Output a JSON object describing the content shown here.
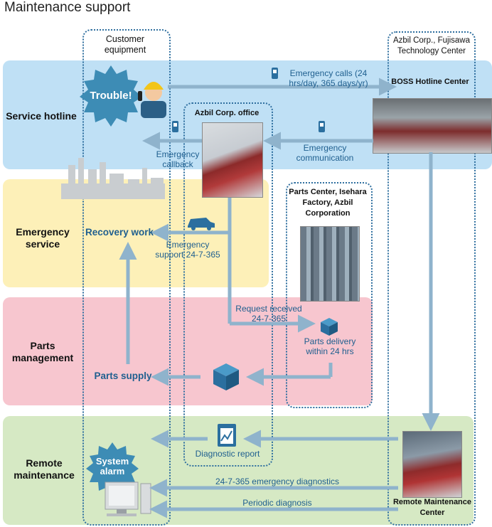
{
  "title": "Maintenance support",
  "rows": {
    "hotline": "Service hotline",
    "emergency_service": "Emergency service",
    "parts_management": "Parts management",
    "remote_maintenance": "Remote maintenance"
  },
  "columns": {
    "customer": "Customer equipment",
    "fujisawa": "Azbil Corp., Fujisawa Technology Center",
    "office": "Azbil Corp. office",
    "parts_center": "Parts Center, Isehara Factory, Azbil Corporation"
  },
  "centers": {
    "boss": "BOSS Hotline Center",
    "remote_center": "Remote Maintenance Center"
  },
  "labels": {
    "trouble": "Trouble!",
    "emergency_calls": "Emergency calls (24 hrs/day, 365 days/yr)",
    "emergency_callback": "Emergency callback",
    "emergency_communication": "Emergency communication",
    "recovery_work": "Recovery work",
    "emergency_support": "Emergency support 24-7-365",
    "request_received": "Request received 24-7-365",
    "parts_delivery": "Parts delivery within 24 hrs",
    "parts_supply": "Parts supply",
    "diagnostic_report": "Diagnostic report",
    "system_alarm": "System alarm",
    "emergency_diagnostics": "24-7-365 emergency diagnostics",
    "periodic_diagnosis": "Periodic diagnosis"
  },
  "colors": {
    "hotline_band": "#bfe0f5",
    "emergency_band": "#fdf0b8",
    "parts_band": "#f7c6cf",
    "remote_band": "#d6e9c4",
    "arrow": "#8fb3cc",
    "accent": "#2f6f9f"
  }
}
